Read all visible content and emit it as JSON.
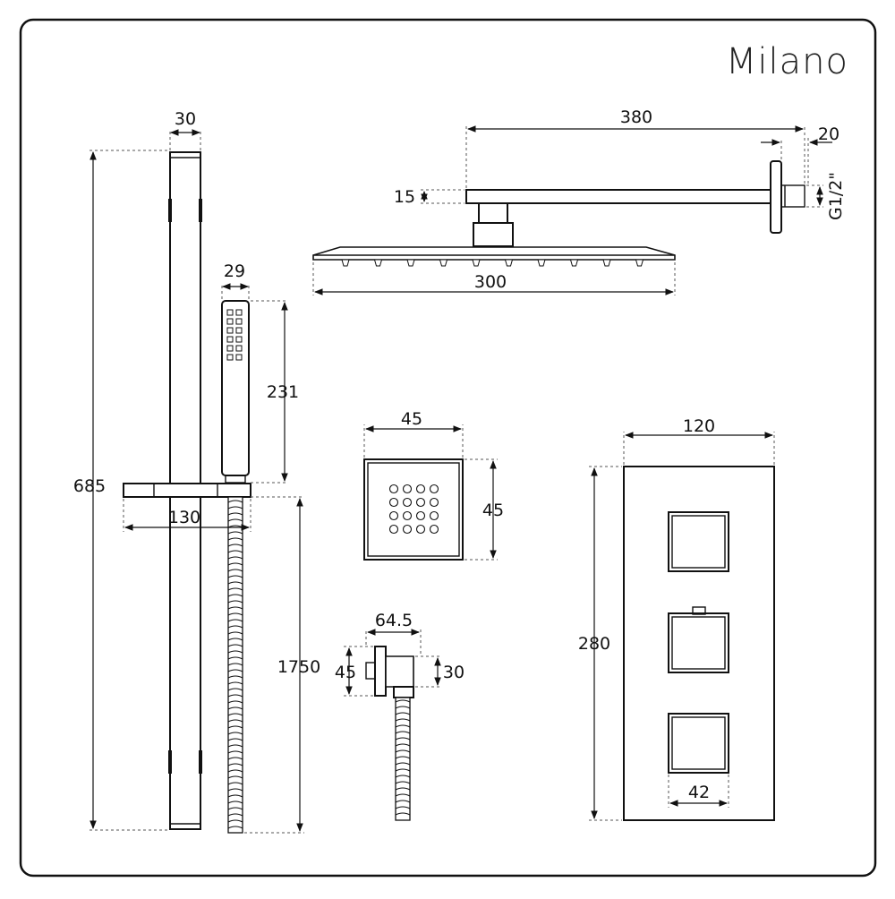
{
  "brand": "Milano",
  "dimensions": {
    "rail_width": "30",
    "rail_height": "685",
    "handset_width": "29",
    "handset_height": "231",
    "bracket_width": "130",
    "hose_length": "1750",
    "arm_length": "380",
    "arm_flange_depth": "20",
    "arm_thickness": "15",
    "thread": "G1/2\"",
    "head_width": "300",
    "jet_width": "45",
    "jet_height": "45",
    "elbow_width": "64.5",
    "elbow_height": "45",
    "elbow_outlet": "30",
    "valve_width": "120",
    "valve_height": "280",
    "knob_width": "42"
  }
}
